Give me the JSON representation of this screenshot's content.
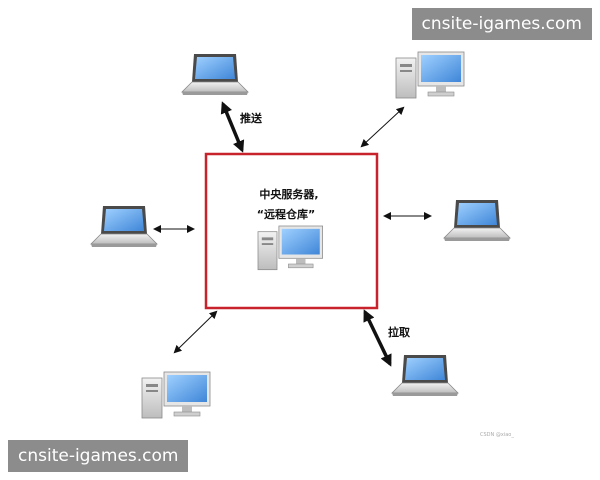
{
  "server": {
    "title_line1": "中央服务器,",
    "title_line2": "“远程仓库”",
    "border_color": "#c8232c"
  },
  "edges": {
    "push_label": "推送",
    "pull_label": "拉取"
  },
  "icons": {
    "laptop": "laptop-icon",
    "desktop": "desktop-computer-icon",
    "screen_color": "#5aa0e8"
  },
  "footer": {
    "source_tag": "CSDN @xiao_"
  },
  "watermarks": {
    "top": "cnsite-igames.com",
    "bottom": "cnsite-igames.com"
  }
}
